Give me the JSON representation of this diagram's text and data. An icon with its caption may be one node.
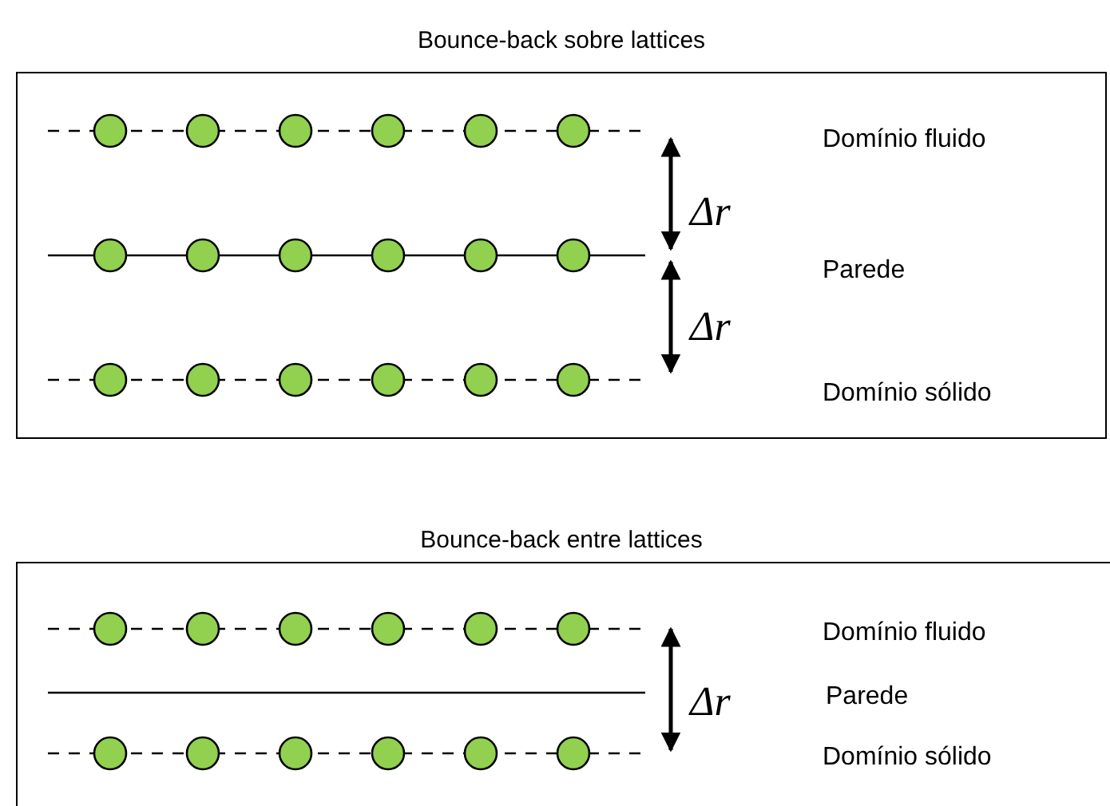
{
  "diagram": {
    "nodes": [
      {
        "text": [
          "Bounce-back sobre lattices"
        ]
      },
      {
        "text": [
          "Bounce-back entre lattices"
        ]
      }
    ],
    "labels": [
      "Domínio fluido",
      "Δr",
      "Parede",
      "Δr",
      "Domínio sólido",
      "Domínio fluido",
      "Parede",
      "Δr",
      "Domínio sólido"
    ]
  }
}
